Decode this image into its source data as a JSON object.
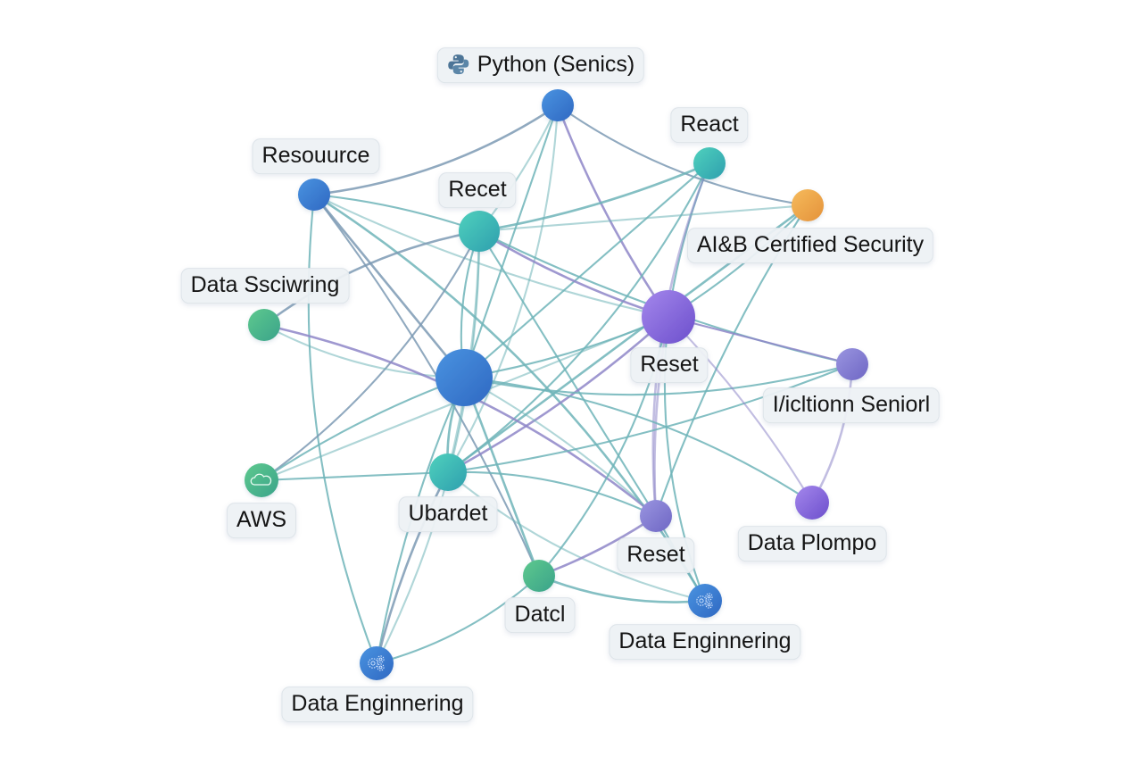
{
  "diagram": {
    "type": "network-graph",
    "background": "#ffffff",
    "colors": {
      "blue": "#3b7fd4",
      "teal": "#3dbcad",
      "green": "#4fb889",
      "purple": "#8a68db",
      "lavender": "#8b84d6",
      "orange": "#eea64a",
      "edge_teal": "#6fb4b8",
      "edge_slate": "#7c9ab4",
      "edge_purple": "#8e86c8",
      "label_bg": "#edf1f4",
      "label_text": "#141414"
    },
    "nodes": [
      {
        "id": "python",
        "label": "Python (Senics)",
        "color": "blue",
        "icon": "python-logo-icon",
        "size": "small"
      },
      {
        "id": "react",
        "label": "React",
        "color": "teal",
        "size": "small"
      },
      {
        "id": "resource",
        "label": "Resouurce",
        "color": "blue",
        "size": "small"
      },
      {
        "id": "recet",
        "label": "Recet",
        "color": "teal",
        "size": "medium"
      },
      {
        "id": "aib",
        "label": "AI&B Certified Security",
        "color": "orange",
        "size": "small"
      },
      {
        "id": "sciwring",
        "label": "Data Ssciwring",
        "color": "green",
        "size": "small"
      },
      {
        "id": "reset1",
        "label": "Reset",
        "color": "purple",
        "size": "large"
      },
      {
        "id": "hub",
        "label": "",
        "color": "blue",
        "size": "large"
      },
      {
        "id": "icltionn",
        "label": "I/icltionn Seniorl",
        "color": "lavender",
        "size": "small"
      },
      {
        "id": "aws",
        "label": "AWS",
        "color": "green",
        "icon": "cloud-icon",
        "size": "small"
      },
      {
        "id": "ubardet",
        "label": "Ubardet",
        "color": "teal",
        "size": "medium"
      },
      {
        "id": "reset2",
        "label": "Reset",
        "color": "lavender",
        "size": "small"
      },
      {
        "id": "plompo",
        "label": "Data Plompo",
        "color": "purple",
        "size": "small"
      },
      {
        "id": "datcl",
        "label": "Datcl",
        "color": "green",
        "size": "small"
      },
      {
        "id": "de1",
        "label": "Data Enginnering",
        "color": "blue",
        "icon": "gears-icon",
        "size": "small"
      },
      {
        "id": "de2",
        "label": "Data Enginnering",
        "color": "blue",
        "icon": "gears-icon",
        "size": "small"
      }
    ],
    "edges": [
      [
        "python",
        "resource"
      ],
      [
        "python",
        "recet"
      ],
      [
        "python",
        "hub"
      ],
      [
        "python",
        "reset1"
      ],
      [
        "python",
        "aib"
      ],
      [
        "python",
        "ubardet"
      ],
      [
        "react",
        "recet"
      ],
      [
        "react",
        "hub"
      ],
      [
        "react",
        "reset1"
      ],
      [
        "react",
        "reset2"
      ],
      [
        "react",
        "ubardet"
      ],
      [
        "resource",
        "recet"
      ],
      [
        "resource",
        "hub"
      ],
      [
        "resource",
        "reset1"
      ],
      [
        "resource",
        "de2"
      ],
      [
        "resource",
        "de1"
      ],
      [
        "resource",
        "datcl"
      ],
      [
        "recet",
        "aib"
      ],
      [
        "recet",
        "reset1"
      ],
      [
        "recet",
        "hub"
      ],
      [
        "recet",
        "aws"
      ],
      [
        "recet",
        "ubardet"
      ],
      [
        "recet",
        "reset2"
      ],
      [
        "recet",
        "icltionn"
      ],
      [
        "recet",
        "sciwring"
      ],
      [
        "recet",
        "de2"
      ],
      [
        "aib",
        "reset1"
      ],
      [
        "aib",
        "ubardet"
      ],
      [
        "aib",
        "reset2"
      ],
      [
        "sciwring",
        "hub"
      ],
      [
        "sciwring",
        "reset2"
      ],
      [
        "reset1",
        "hub"
      ],
      [
        "reset1",
        "icltionn"
      ],
      [
        "reset1",
        "reset2"
      ],
      [
        "reset1",
        "de1"
      ],
      [
        "reset1",
        "datcl"
      ],
      [
        "reset1",
        "ubardet"
      ],
      [
        "reset1",
        "aws"
      ],
      [
        "hub",
        "aws"
      ],
      [
        "hub",
        "ubardet"
      ],
      [
        "hub",
        "plompo"
      ],
      [
        "hub",
        "reset2"
      ],
      [
        "hub",
        "datcl"
      ],
      [
        "hub",
        "de2"
      ],
      [
        "hub",
        "icltionn"
      ],
      [
        "icltionn",
        "plompo"
      ],
      [
        "icltionn",
        "ubardet"
      ],
      [
        "aws",
        "ubardet"
      ],
      [
        "ubardet",
        "de2"
      ],
      [
        "ubardet",
        "de1"
      ],
      [
        "ubardet",
        "reset2"
      ],
      [
        "reset2",
        "datcl"
      ],
      [
        "reset2",
        "de1"
      ],
      [
        "plompo",
        "reset1"
      ],
      [
        "datcl",
        "de1"
      ],
      [
        "datcl",
        "de2"
      ]
    ]
  }
}
